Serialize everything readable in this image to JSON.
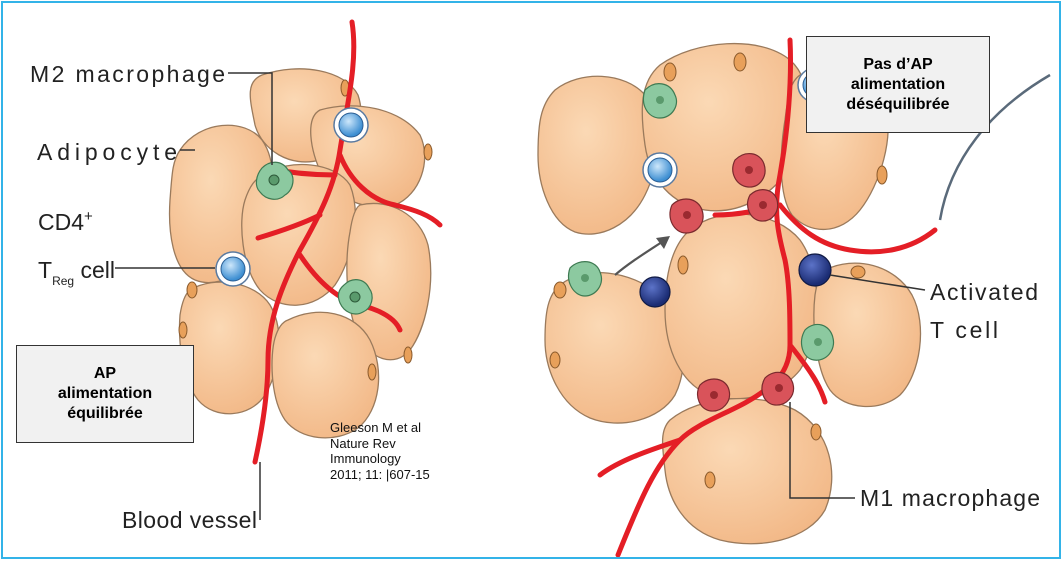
{
  "labels": {
    "m2_macrophage": "M2 macrophage",
    "adipocyte": "Adipocyte",
    "cd4": "CD4",
    "cd4_sup": "+",
    "treg_t": "T",
    "treg_sub": "Reg",
    "treg_cell": " cell",
    "blood_vessel": "Blood vessel",
    "activated_line1": "Activated",
    "activated_line2": "T cell",
    "m1_macrophage": "M1 macrophage"
  },
  "boxes": {
    "left": {
      "line1": "AP",
      "line2": "alimentation",
      "line3": "équilibrée"
    },
    "right": {
      "line1": "Pas d’AP",
      "line2": "alimentation",
      "line3": "déséquilibrée"
    }
  },
  "citation": {
    "line1": "Gleeson M et al",
    "line2": "Nature Rev",
    "line3": "Immunology",
    "line4": "2011; 11: |607-15"
  },
  "colors": {
    "border": "#33b3e8",
    "adipocyte_fill": "#f7c79a",
    "adipocyte_stroke": "#9a7a5c",
    "vessel": "#e41e26",
    "treg_blue": "#5ea6dc",
    "activated_t_navy": "#243a8a",
    "m2_green": "#8cc9a0",
    "m1_red": "#d9535a"
  }
}
